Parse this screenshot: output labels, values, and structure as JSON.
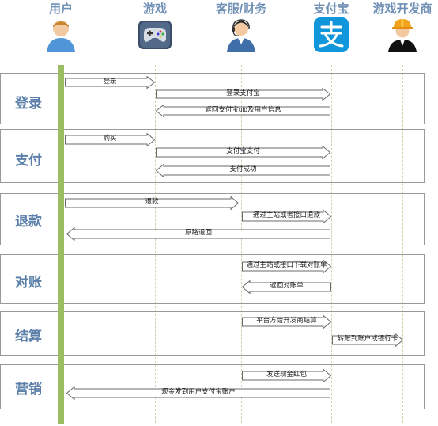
{
  "actors": [
    {
      "label": "用户",
      "icon": "user-icon"
    },
    {
      "label": "游戏",
      "icon": "gamepad-icon"
    },
    {
      "label": "客服/财务",
      "icon": "support-headset-icon"
    },
    {
      "label": "支付宝",
      "icon": "alipay-logo"
    },
    {
      "label": "游戏开发商",
      "icon": "developer-hardhat-icon"
    }
  ],
  "stages": [
    {
      "label": "登录",
      "messages": [
        "登录",
        "登录支付宝",
        "返回支付宝uid及用户信息"
      ]
    },
    {
      "label": "支付",
      "messages": [
        "购买",
        "支付宝支付",
        "支付成功"
      ]
    },
    {
      "label": "退款",
      "messages": [
        "退款",
        "通过主站或者接口退款",
        "原路退回"
      ]
    },
    {
      "label": "对账",
      "messages": [
        "通过主站或接口下载对账单",
        "返回对账单"
      ]
    },
    {
      "label": "结算",
      "messages": [
        "平台方给开发商结算",
        "转账到账户或银行卡"
      ]
    },
    {
      "label": "营销",
      "messages": [
        "发送现金红包",
        "现金发到用户支付宝账户"
      ]
    }
  ],
  "colors": {
    "arrow_fill": "#ffffff",
    "arrow_stroke": "#6a6a6a",
    "actor_bar": "#9dbd62",
    "stage_label": "#5b7fa8",
    "actor_label": "#6f8fb5",
    "alipay_blue": "#1296db"
  }
}
